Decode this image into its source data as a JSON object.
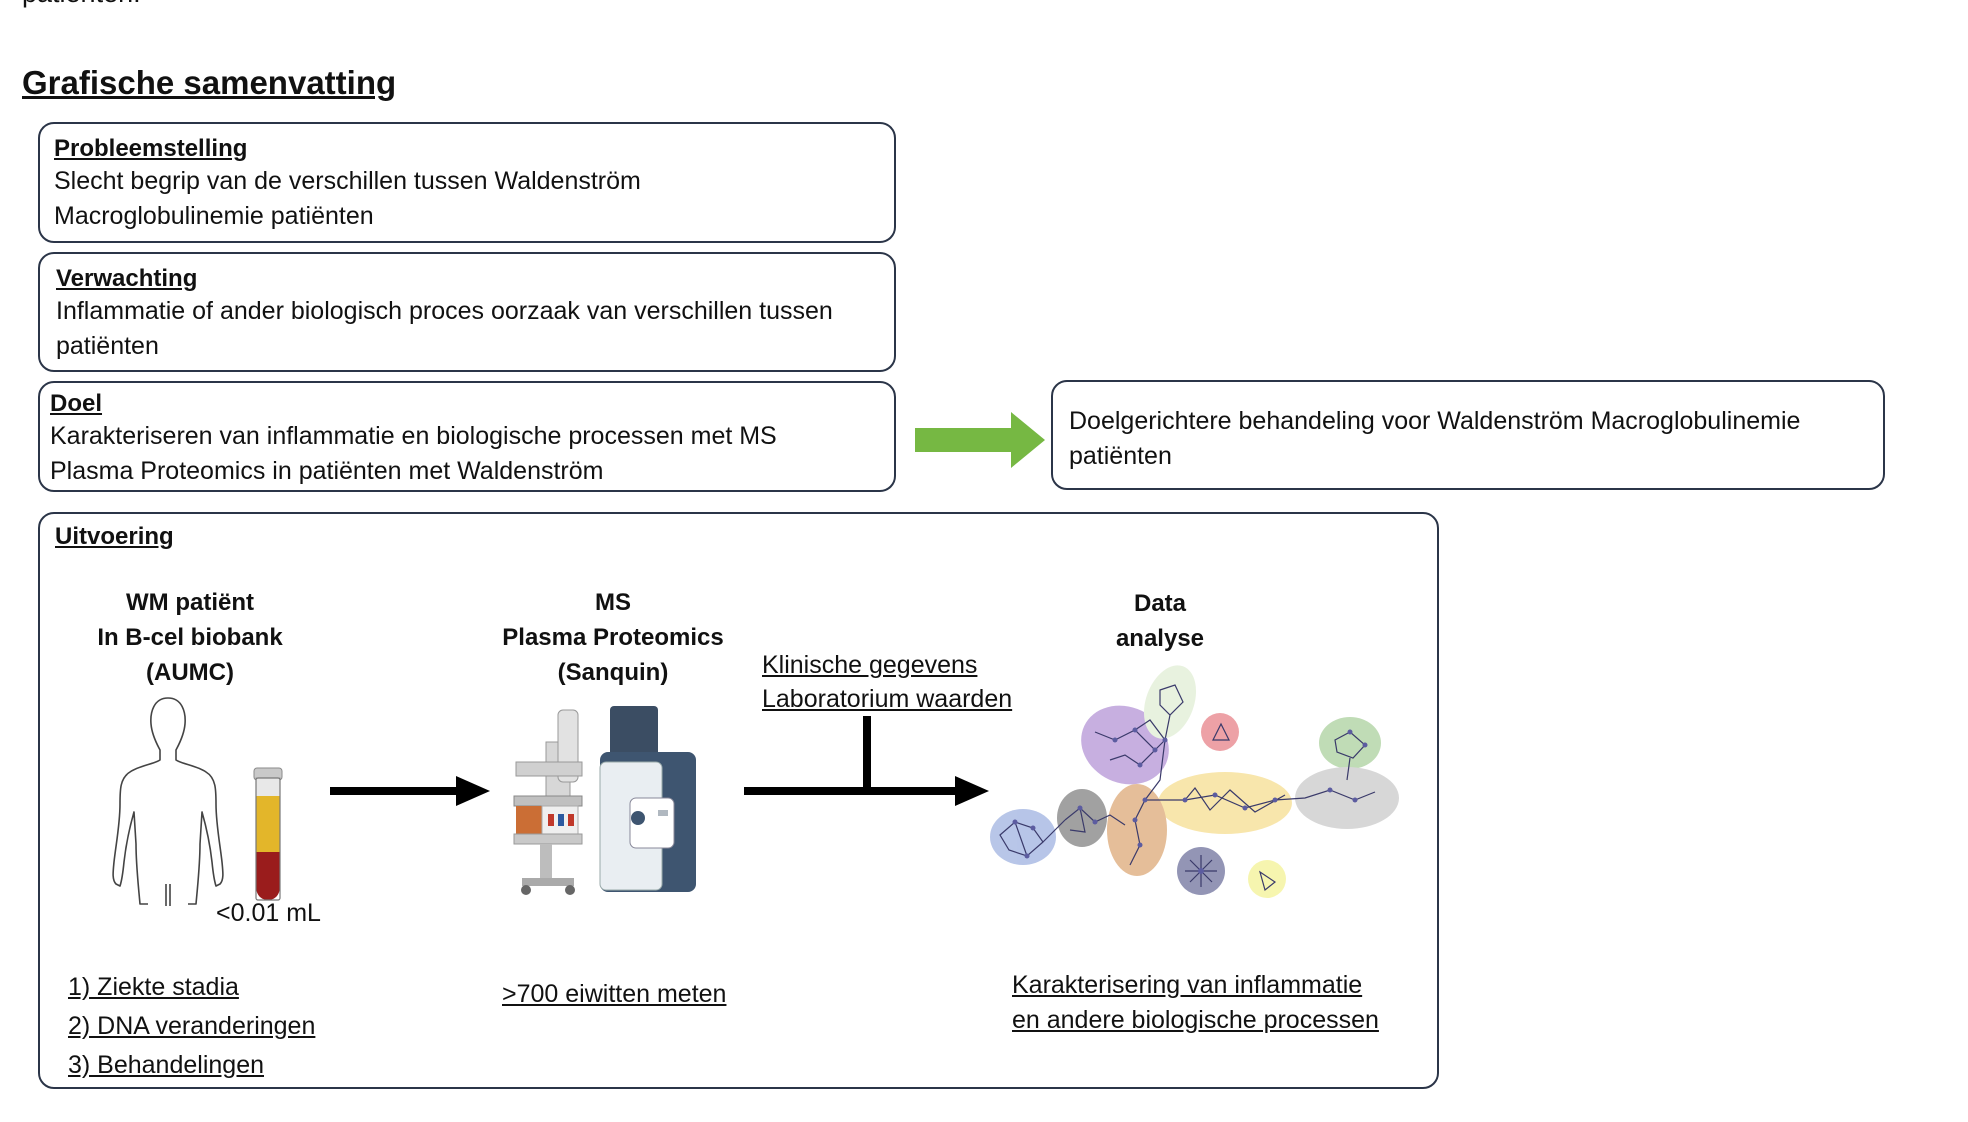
{
  "page_header_cut": "patiënten.",
  "section_title": "Grafische samenvatting",
  "boxes": {
    "probleem": {
      "header": "Probleemstelling",
      "line1": "Slecht begrip van de verschillen tussen Waldenström",
      "line2": "Macroglobulinemie patiënten"
    },
    "verwachting": {
      "header": "Verwachting",
      "line1": "Inflammatie of ander biologisch proces oorzaak van verschillen tussen",
      "line2": "patiënten"
    },
    "doel": {
      "header": "Doel",
      "line1": "Karakteriseren van inflammatie en biologische processen met MS",
      "line2": "Plasma Proteomics in patiënten met Waldenström"
    },
    "resultaat": {
      "line1": "Doelgerichtere behandeling voor Waldenström Macroglobulinemie",
      "line2": "patiënten"
    }
  },
  "uitvoering": {
    "header": "Uitvoering",
    "stage1": {
      "line1": "WM patiënt",
      "line2": "In B-cel biobank",
      "line3": "(AUMC)",
      "volume": "<0.01 mL",
      "items": [
        "1) Ziekte stadia",
        "2) DNA veranderingen",
        "3) Behandelingen"
      ]
    },
    "stage2": {
      "line1": "MS",
      "line2": "Plasma Proteomics",
      "line3": "(Sanquin)",
      "note": ">700 eiwitten meten"
    },
    "inputs": {
      "line1": "Klinische gegevens",
      "line2": "Laboratorium waarden"
    },
    "stage3": {
      "line1": "Data",
      "line2": "analyse",
      "note1": "Karakterisering van inflammatie",
      "note2": "en andere biologische processen"
    }
  },
  "colors": {
    "box_border": "#2b3548",
    "green_arrow": "#76b843",
    "blood_red": "#9a1c1c",
    "plasma_yellow": "#e3b62a"
  }
}
